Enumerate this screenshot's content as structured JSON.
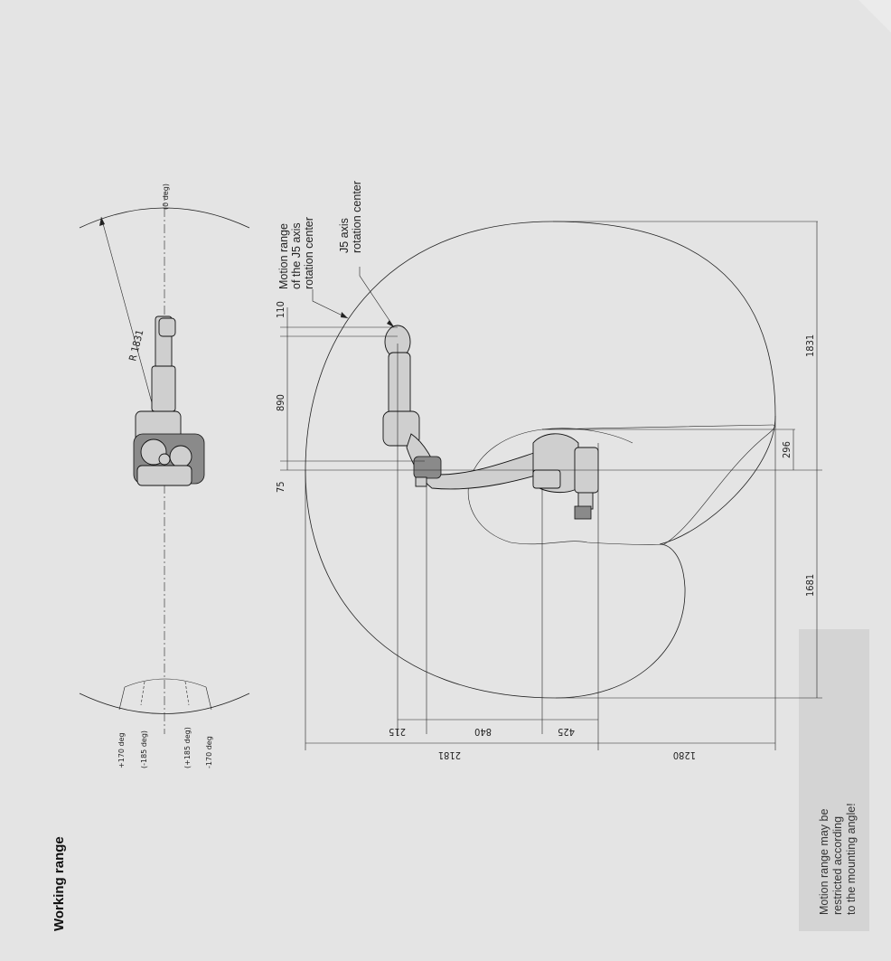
{
  "title": "Working range",
  "note": {
    "lines": [
      "Motion range may be",
      "restricted according",
      "to the mounting angle!"
    ]
  },
  "top_view": {
    "radius_label": "R 1831",
    "zero_label": "(0 deg)",
    "angle_labels": [
      "+170 deg",
      "(-185 deg)",
      "(+185 deg)",
      "-170 deg"
    ]
  },
  "side_view": {
    "callout_motion_range": [
      "Motion range",
      "of the J5 axis",
      "rotation center"
    ],
    "callout_j5": [
      "J5 axis",
      "rotation center"
    ],
    "left_dims": [
      "110",
      "890",
      "75"
    ],
    "right_dims": [
      "1831",
      "296",
      "1681"
    ],
    "bottom_dims_row1": [
      "215",
      "840",
      "425"
    ],
    "bottom_dims_row2": [
      "2181",
      "1280"
    ]
  }
}
